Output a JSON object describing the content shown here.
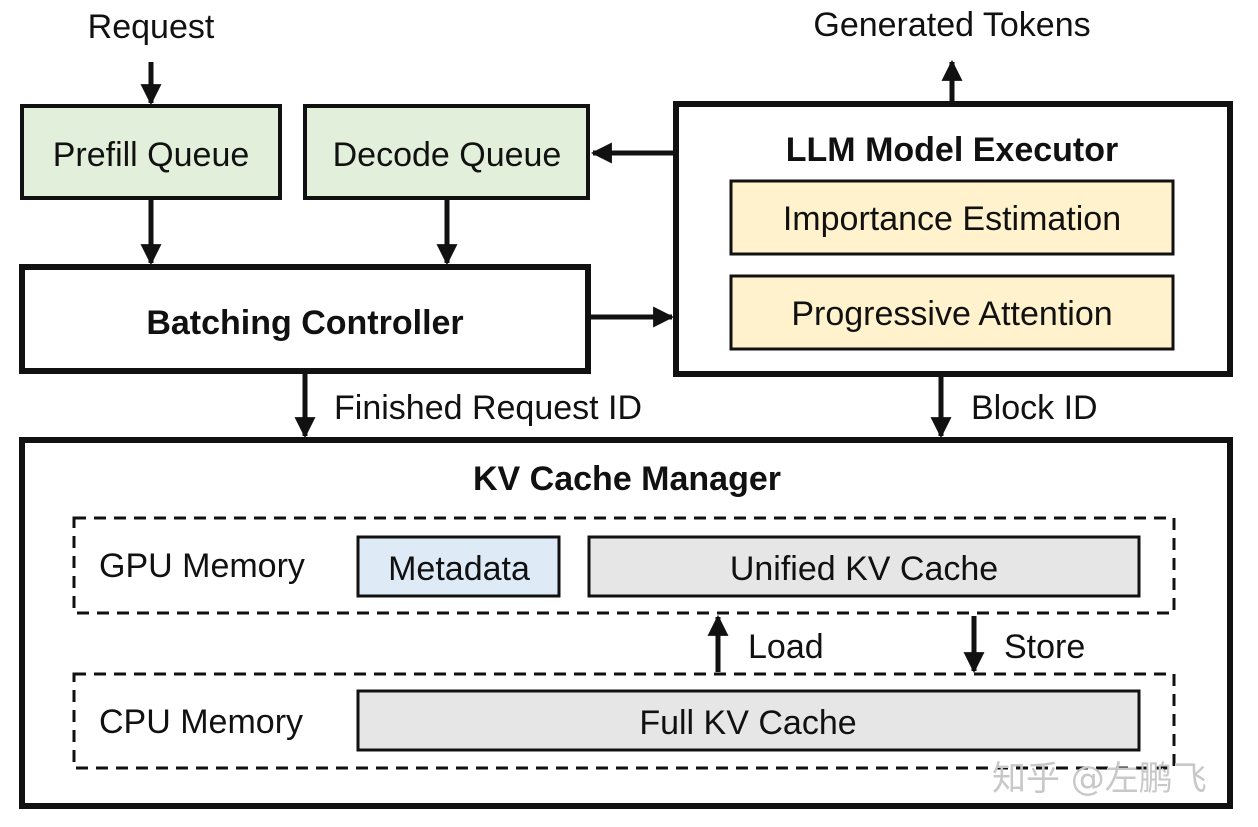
{
  "labels": {
    "request": "Request",
    "generated_tokens": "Generated Tokens",
    "prefill_queue": "Prefill Queue",
    "decode_queue": "Decode Queue",
    "llm_executor": "LLM Model Executor",
    "importance_estimation": "Importance Estimation",
    "progressive_attention": "Progressive Attention",
    "batching_controller": "Batching Controller",
    "finished_request_id": "Finished Request ID",
    "block_id": "Block ID",
    "kv_cache_manager": "KV Cache Manager",
    "gpu_memory": "GPU Memory",
    "metadata": "Metadata",
    "unified_kv_cache": "Unified KV Cache",
    "load": "Load",
    "store": "Store",
    "cpu_memory": "CPU Memory",
    "full_kv_cache": "Full KV Cache"
  },
  "watermark": "知乎 @左鹏飞",
  "colors": {
    "queue_fill": "#e2efda",
    "executor_module_fill": "#fff2cc",
    "metadata_fill": "#deebf7",
    "cache_fill": "#e7e6e6",
    "stroke": "#111111"
  }
}
